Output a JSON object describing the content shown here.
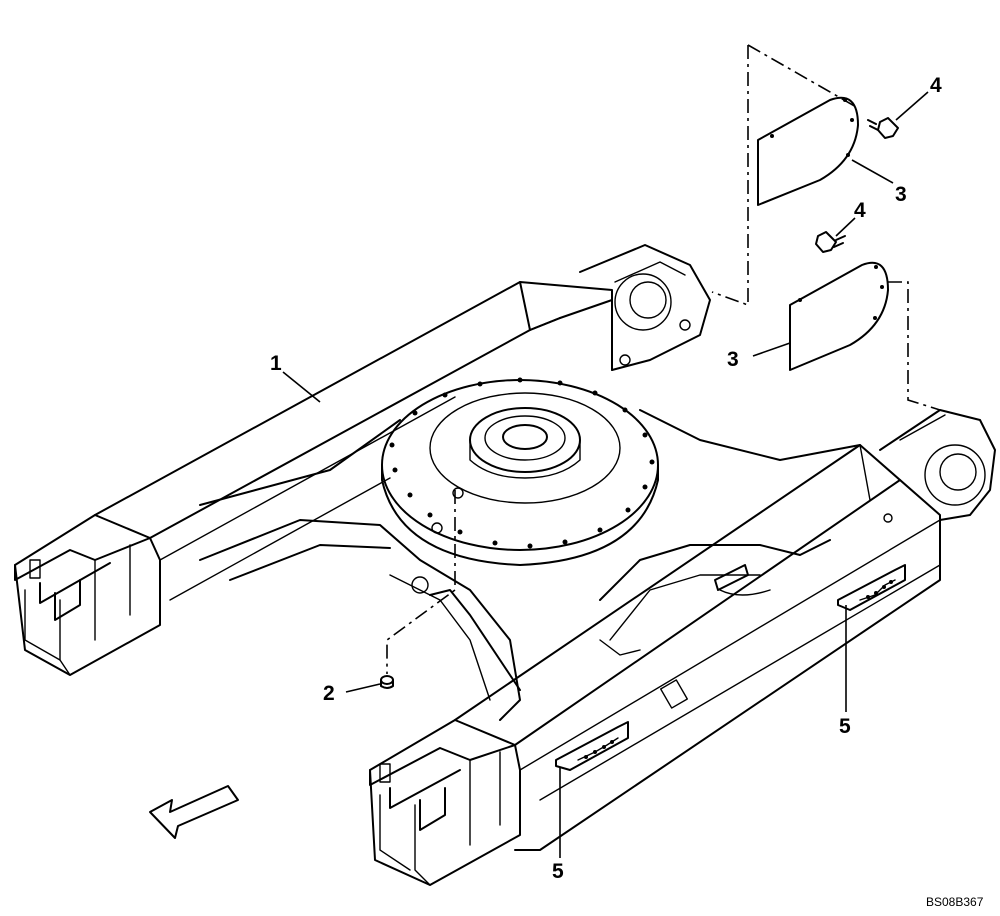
{
  "figure": {
    "reference_code": "BS08B367",
    "callouts": [
      {
        "id": "c1",
        "label": "1",
        "part": "lower-frame"
      },
      {
        "id": "c2",
        "label": "2",
        "part": "grease-nipple"
      },
      {
        "id": "c3a",
        "label": "3",
        "part": "cover-plate-upper"
      },
      {
        "id": "c3b",
        "label": "3",
        "part": "cover-plate-lower"
      },
      {
        "id": "c4a",
        "label": "4",
        "part": "bolt-upper"
      },
      {
        "id": "c4b",
        "label": "4",
        "part": "bolt-lower"
      },
      {
        "id": "c5a",
        "label": "5",
        "part": "chain-guide-right"
      },
      {
        "id": "c5b",
        "label": "5",
        "part": "chain-guide-front"
      }
    ],
    "direction_arrow": "front-direction-arrow-icon"
  }
}
